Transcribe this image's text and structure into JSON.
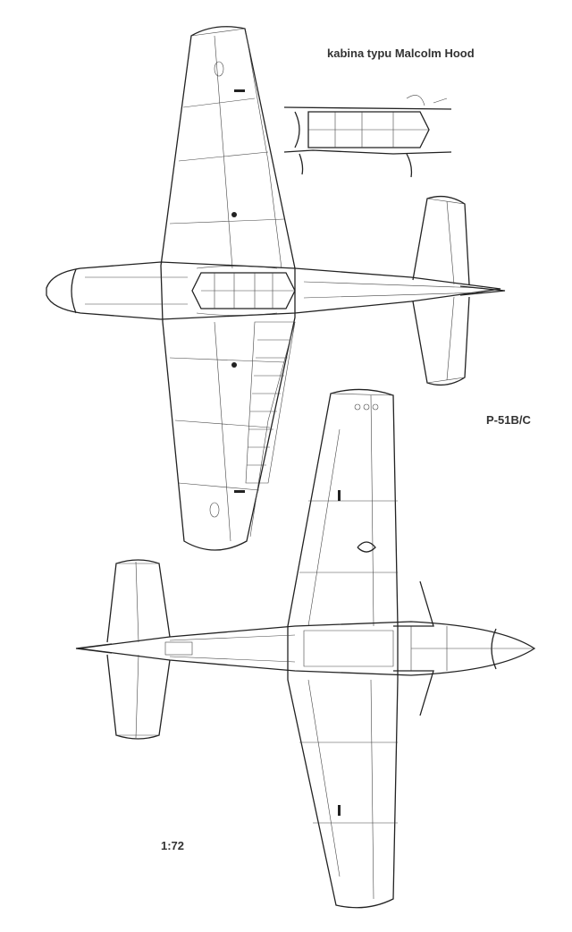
{
  "labels": {
    "inset_caption": "kabina typu Malcolm Hood",
    "model": "P-51B/C",
    "scale": "1:72"
  },
  "colors": {
    "line": "#222222",
    "background": "#ffffff"
  }
}
